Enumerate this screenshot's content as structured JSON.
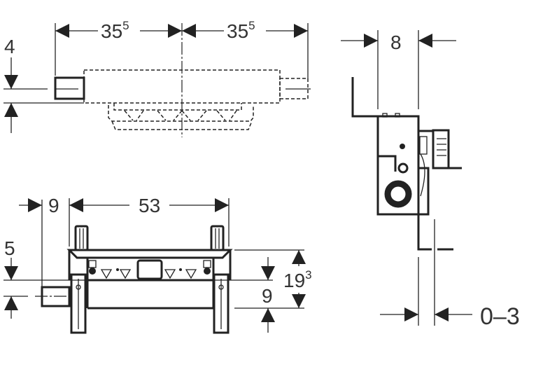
{
  "drawing": {
    "top_view": {
      "dim_left": {
        "main": "35",
        "sup": "5"
      },
      "dim_right": {
        "main": "35",
        "sup": "5"
      },
      "dim_vertical": "4"
    },
    "front_view": {
      "dim_offset": "9",
      "dim_width": "53",
      "dim_vertical_left": "5",
      "dim_height": {
        "main": "19",
        "sup": "3"
      },
      "dim_lower": "9"
    },
    "side_view": {
      "dim_depth": "8",
      "dim_adjust": "0–3"
    }
  }
}
